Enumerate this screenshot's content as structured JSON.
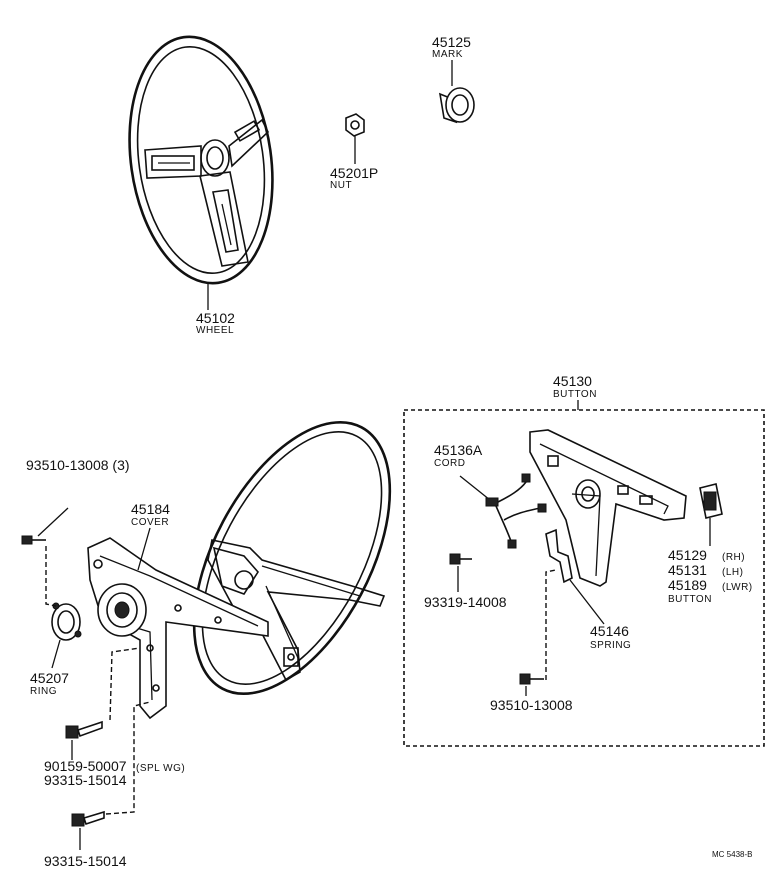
{
  "parts": {
    "mark": {
      "number": "45125",
      "name": "MARK"
    },
    "nut": {
      "number": "45201P",
      "name": "NUT"
    },
    "wheel": {
      "number": "45102",
      "name": "WHEEL"
    },
    "button": {
      "number": "45130",
      "name": "BUTTON"
    },
    "cord": {
      "number": "45136A",
      "name": "CORD"
    },
    "screw_3": {
      "number": "93510-13008 (3)"
    },
    "cover": {
      "number": "45184",
      "name": "COVER"
    },
    "ring": {
      "number": "45207",
      "name": "RING"
    },
    "bolt_spl": {
      "number": "90159-50007",
      "note": "(SPL WG)"
    },
    "screw_a": {
      "number": "93315-15014"
    },
    "screw_b": {
      "number": "93315-15014"
    },
    "screw_14008": {
      "number": "93319-14008"
    },
    "spring": {
      "number": "45146",
      "name": "SPRING"
    },
    "screw_13008": {
      "number": "93510-13008"
    },
    "button_rh": {
      "number": "45129",
      "note": "(RH)"
    },
    "button_lh": {
      "number": "45131",
      "note": "(LH)"
    },
    "button_lwr": {
      "number": "45189",
      "note": "(LWR)",
      "name": "BUTTON"
    }
  },
  "footer": {
    "code": "MC 5438-B"
  }
}
